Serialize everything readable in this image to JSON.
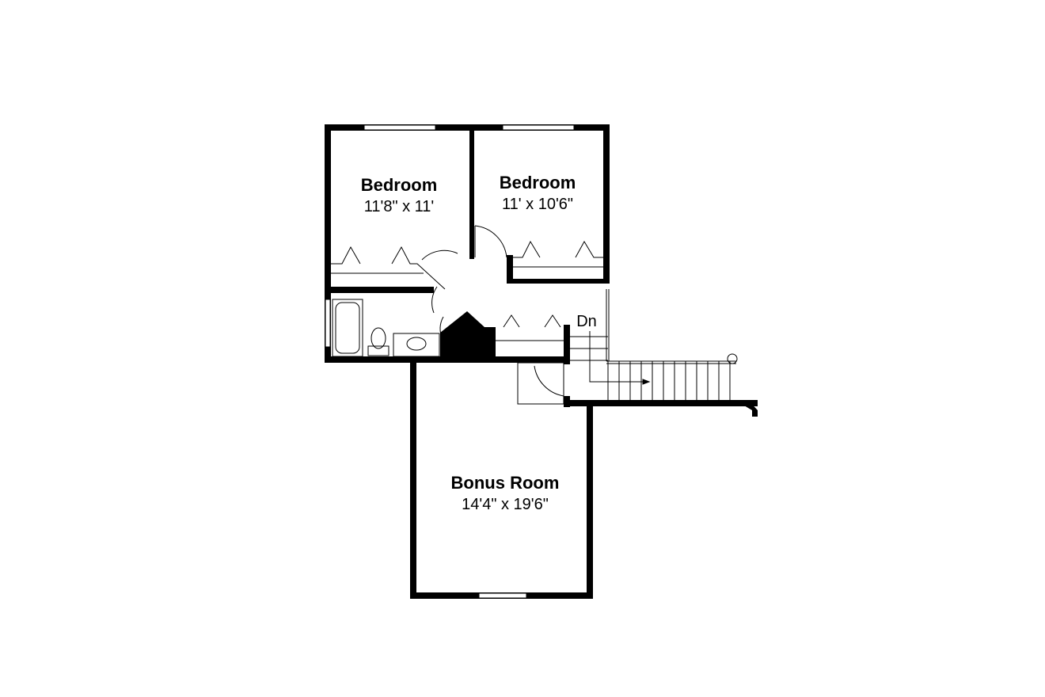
{
  "floor_plan": {
    "rooms": [
      {
        "id": "bedroom-1",
        "name": "Bedroom",
        "dimensions": "11'8\" x 11'"
      },
      {
        "id": "bedroom-2",
        "name": "Bedroom",
        "dimensions": "11' x 10'6\""
      },
      {
        "id": "bonus-room",
        "name": "Bonus Room",
        "dimensions": "14'4\" x 19'6\""
      }
    ],
    "stair_label": "Dn"
  },
  "colors": {
    "wall": "#000000",
    "background": "#ffffff"
  }
}
